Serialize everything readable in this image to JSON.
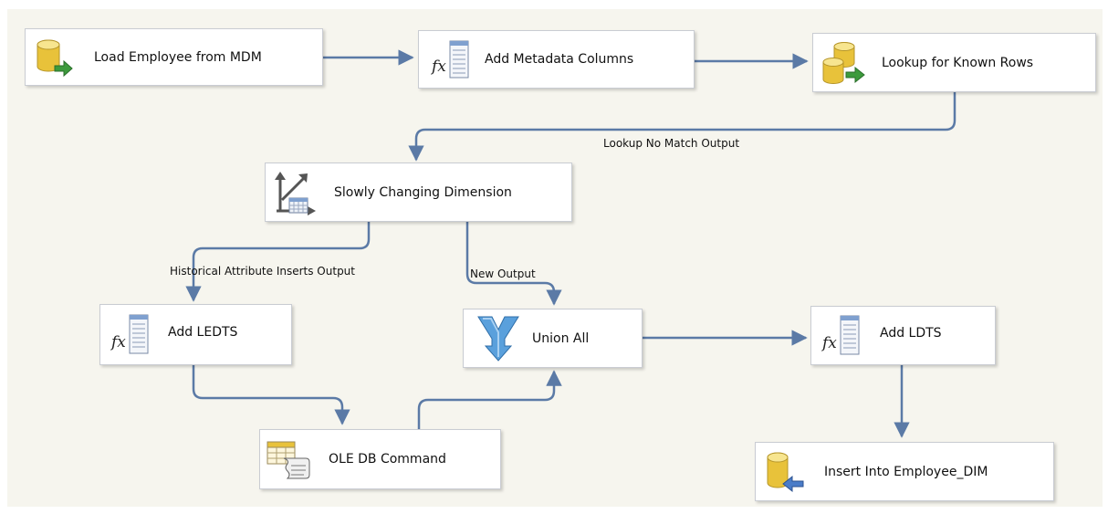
{
  "nodes": {
    "load_employee": {
      "label": "Load Employee from MDM",
      "icon": "database-source-icon"
    },
    "add_metadata": {
      "label": "Add Metadata Columns",
      "icon": "derived-column-icon"
    },
    "lookup_known": {
      "label": "Lookup for Known Rows",
      "icon": "lookup-icon"
    },
    "scd": {
      "label": "Slowly Changing Dimension",
      "icon": "scd-icon"
    },
    "add_ledts": {
      "label": "Add LEDTS",
      "icon": "derived-column-icon"
    },
    "union_all": {
      "label": "Union All",
      "icon": "union-icon"
    },
    "add_ldts": {
      "label": "Add LDTS",
      "icon": "derived-column-icon"
    },
    "ole_db_command": {
      "label": "OLE DB Command",
      "icon": "ole-db-command-icon"
    },
    "insert_dim": {
      "label": "Insert Into Employee_DIM",
      "icon": "database-destination-icon"
    }
  },
  "flow_labels": {
    "lookup_no_match": "Lookup No Match Output",
    "historical_inserts": "Historical Attribute Inserts Output",
    "new_output": "New Output"
  },
  "colors": {
    "canvas": "#f6f5ee",
    "connector": "#5b7aa6",
    "db_yellow": "#e8c23a",
    "arrow_green": "#3c9a3c",
    "union_blue": "#5aa0dc"
  }
}
